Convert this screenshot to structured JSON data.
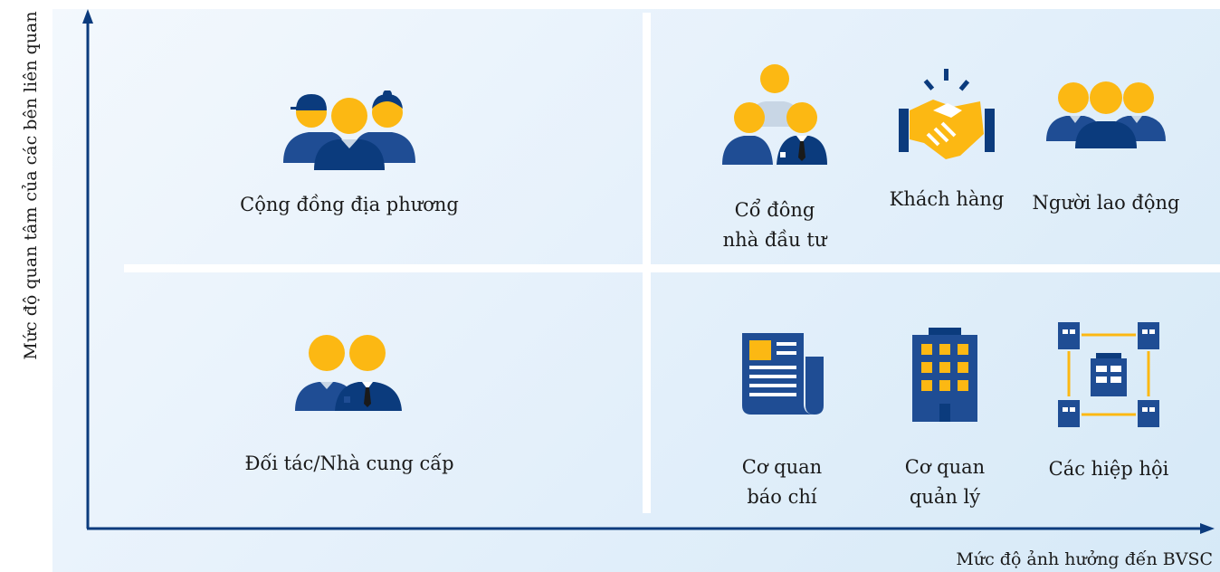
{
  "axes": {
    "y_label": "Mức độ quan tâm của các bên liên quan",
    "x_label": "Mức độ ảnh hưởng đến BVSC"
  },
  "colors": {
    "navy": "#0b3b7d",
    "blue": "#1f4d94",
    "yellow": "#fcb813",
    "light_gray": "#c8d6e5"
  },
  "quadrants": {
    "top_left": [
      {
        "icon": "community-icon",
        "label_lines": [
          "Cộng đồng địa phương"
        ]
      }
    ],
    "top_right": [
      {
        "icon": "shareholders-icon",
        "label_lines": [
          "Cổ đông",
          "nhà đầu tư"
        ]
      },
      {
        "icon": "handshake-icon",
        "label_lines": [
          "Khách hàng"
        ]
      },
      {
        "icon": "employees-icon",
        "label_lines": [
          "Người lao động"
        ]
      }
    ],
    "bottom_left": [
      {
        "icon": "partners-icon",
        "label_lines": [
          "Đối tác/Nhà cung cấp"
        ]
      }
    ],
    "bottom_right": [
      {
        "icon": "newspaper-icon",
        "label_lines": [
          "Cơ quan",
          "báo chí"
        ]
      },
      {
        "icon": "office-building-icon",
        "label_lines": [
          "Cơ quan",
          "quản lý"
        ]
      },
      {
        "icon": "association-network-icon",
        "label_lines": [
          "Các hiệp hội"
        ]
      }
    ]
  }
}
